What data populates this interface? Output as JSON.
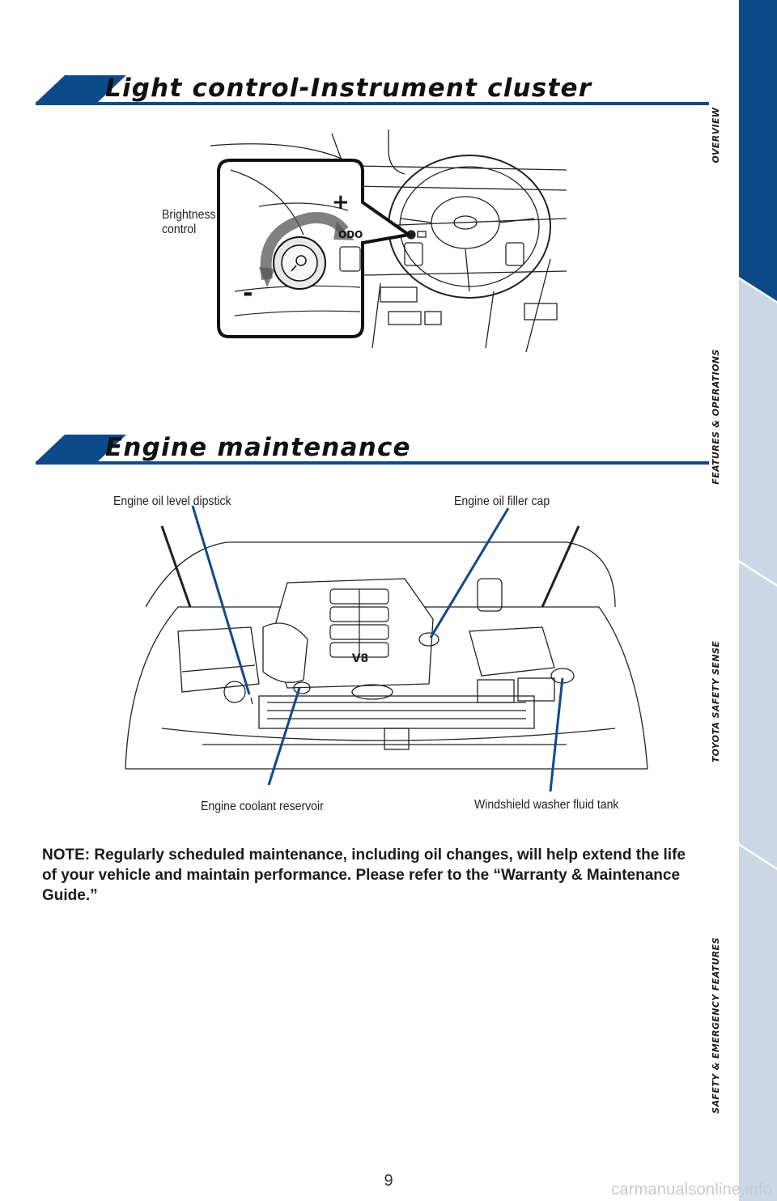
{
  "sections": {
    "light": {
      "title": "Light control-Instrument cluster"
    },
    "engine": {
      "title": "Engine maintenance"
    }
  },
  "light_diagram": {
    "callout": "Brightness\ncontrol",
    "plus": "+",
    "minus": "-",
    "odo": "ODO"
  },
  "engine_diagram": {
    "callouts": {
      "dipstick": "Engine oil level dipstick",
      "filler_cap": "Engine oil filler cap",
      "coolant": "Engine coolant reservoir",
      "washer": "Windshield washer fluid tank"
    },
    "engine_badge": "V8"
  },
  "note": "NOTE: Regularly scheduled maintenance, including oil changes, will help extend the life of your vehicle and maintain performance. Please refer to the “Warranty & Maintenance Guide.”",
  "sidebar": {
    "tabs": [
      {
        "label": "OVERVIEW",
        "active": true
      },
      {
        "label": "FEATURES & OPERATIONS",
        "active": false
      },
      {
        "label": "TOYOTA SAFETY SENSE",
        "active": false
      },
      {
        "label": "SAFETY & EMERGENCY FEATURES",
        "active": false
      }
    ],
    "active_color": "#0d4a8a",
    "inactive_color": "#c9d7e6"
  },
  "footer": {
    "page_number": "9",
    "watermark": "carmanualsonline.info"
  },
  "colors": {
    "brand_blue": "#0d4a8a",
    "callout_line": "#0d4a8a"
  }
}
